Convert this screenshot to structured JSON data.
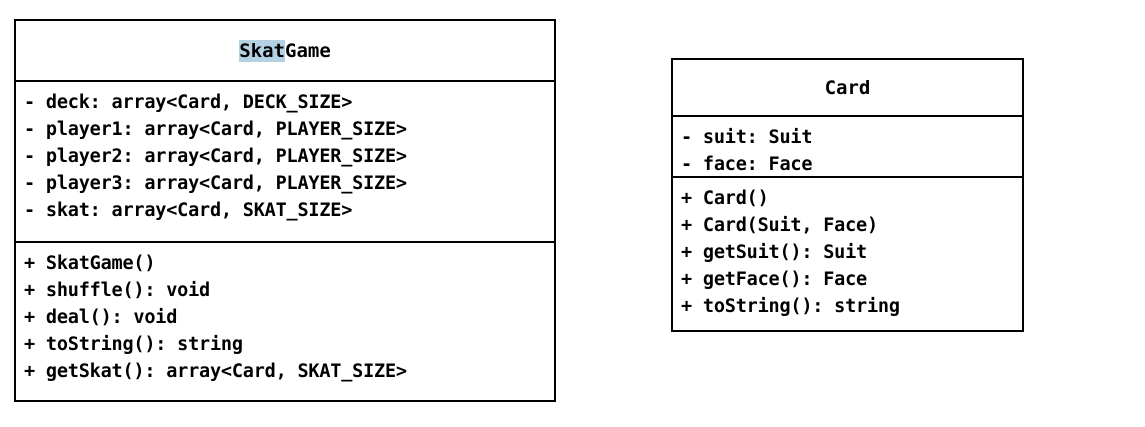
{
  "diagram": {
    "type": "uml-class-diagram",
    "background_color": "#ffffff",
    "border_color": "#000000",
    "text_color": "#000000",
    "selection_highlight_color": "#b3d1e3"
  },
  "classes": [
    {
      "id": "skatgame",
      "name": "SkatGame",
      "title_highlighted_part": "Skat",
      "title_plain_part": "Game",
      "attributes": [
        "- deck: array<Card, DECK_SIZE>",
        "- player1: array<Card, PLAYER_SIZE>",
        "- player2: array<Card, PLAYER_SIZE>",
        "- player3: array<Card, PLAYER_SIZE>",
        "- skat: array<Card, SKAT_SIZE>"
      ],
      "operations": [
        "+ SkatGame()",
        "+ shuffle(): void",
        "+ deal(): void",
        "+ toString(): string",
        "+ getSkat(): array<Card, SKAT_SIZE>"
      ]
    },
    {
      "id": "card",
      "name": "Card",
      "attributes": [
        "- suit: Suit",
        "- face: Face"
      ],
      "operations": [
        "+ Card()",
        "+ Card(Suit, Face)",
        "+ getSuit(): Suit",
        "+ getFace(): Face",
        "+ toString(): string"
      ]
    }
  ]
}
